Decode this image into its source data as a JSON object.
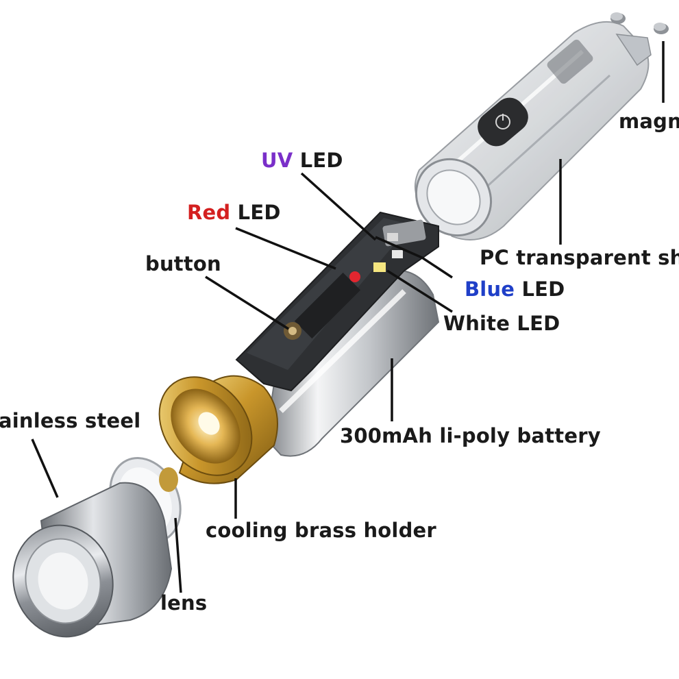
{
  "colors": {
    "uv": "#7a2fc9",
    "red": "#d42020",
    "blue": "#1f3fc8",
    "text": "#1a1a1a",
    "brass": "#c9a227",
    "steel": "#b9bcc0"
  },
  "labels": {
    "uv_hl": "UV",
    "uv_rest": " LED",
    "red_hl": "Red",
    "red_rest": " LED",
    "button": "button",
    "blue_hl": "Blue",
    "blue_rest": " LED",
    "white": "White LED",
    "shell": "PC transparent sho",
    "magnet": "magn",
    "steel": "ainless steel",
    "battery": "300mAh li-poly battery",
    "brass": "cooling brass holder",
    "lens": "lens"
  },
  "icons": {
    "switch": "power-switch-icon"
  }
}
